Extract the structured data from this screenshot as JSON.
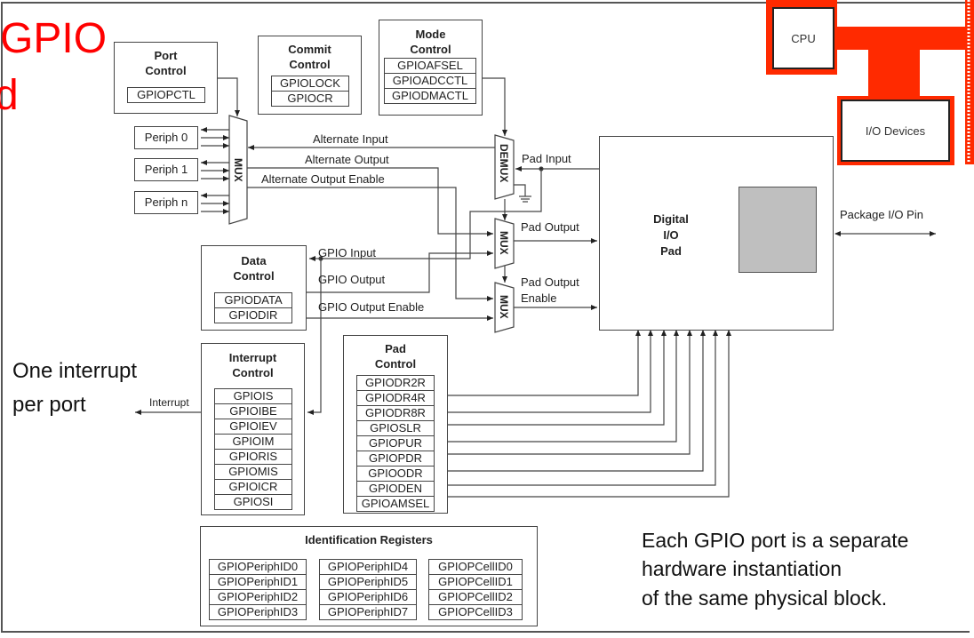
{
  "slide": {
    "title_lines": [
      "GPIO",
      "d"
    ],
    "note_left": [
      "One interrupt",
      "per port"
    ],
    "note_bottom_right": [
      "Each GPIO port is a separate",
      "hardware instantiation",
      "of the same physical block."
    ],
    "accent_color": "#ff2a00",
    "title_color": "#ff0000"
  },
  "system_inset": {
    "cpu_label": "CPU",
    "io_devices_label": "I/O Devices"
  },
  "blocks": {
    "port_control": {
      "title": "Port Control",
      "registers": [
        "GPIOPCTL"
      ]
    },
    "commit_control": {
      "title": "Commit Control",
      "registers": [
        "GPIOLOCK",
        "GPIOCR"
      ]
    },
    "mode_control": {
      "title": "Mode Control",
      "registers": [
        "GPIOAFSEL",
        "GPIOADCCTL",
        "GPIODMACTL"
      ]
    },
    "data_control": {
      "title": "Data Control",
      "registers": [
        "GPIODATA",
        "GPIODIR"
      ]
    },
    "interrupt_control": {
      "title": "Interrupt Control",
      "registers": [
        "GPIOIS",
        "GPIOIBE",
        "GPIOIEV",
        "GPIOIM",
        "GPIORIS",
        "GPIOMIS",
        "GPIOICR",
        "GPIOSI"
      ]
    },
    "pad_control": {
      "title": "Pad Control",
      "registers": [
        "GPIODR2R",
        "GPIODR4R",
        "GPIODR8R",
        "GPIOSLR",
        "GPIOPUR",
        "GPIOPDR",
        "GPIOODR",
        "GPIODEN",
        "GPIOAMSEL"
      ]
    },
    "identification": {
      "title": "Identification Registers",
      "columns": [
        [
          "GPIOPeriphID0",
          "GPIOPeriphID1",
          "GPIOPeriphID2",
          "GPIOPeriphID3"
        ],
        [
          "GPIOPeriphID4",
          "GPIOPeriphID5",
          "GPIOPeriphID6",
          "GPIOPeriphID7"
        ],
        [
          "GPIOPCellID0",
          "GPIOPCellID1",
          "GPIOPCellID2",
          "GPIOPCellID3"
        ]
      ]
    },
    "digital_io_pad": {
      "title_lines": [
        "Digital",
        "I/O",
        "Pad"
      ]
    }
  },
  "peripherals": [
    "Periph 0",
    "Periph 1",
    "Periph n"
  ],
  "mux_labels": {
    "main_mux": "MUX",
    "demux": "DEMUX",
    "pad_out_mux": "MUX",
    "pad_oe_mux": "MUX"
  },
  "signals": {
    "alternate_input": "Alternate Input",
    "alternate_output": "Alternate Output",
    "alternate_output_enable": "Alternate Output Enable",
    "gpio_input": "GPIO Input",
    "gpio_output": "GPIO Output",
    "gpio_output_enable": "GPIO Output Enable",
    "pad_input": "Pad Input",
    "pad_output": "Pad Output",
    "pad_output_enable_lines": [
      "Pad Output",
      "Enable"
    ],
    "package_io_pin": "Package I/O Pin",
    "interrupt": "Interrupt"
  }
}
